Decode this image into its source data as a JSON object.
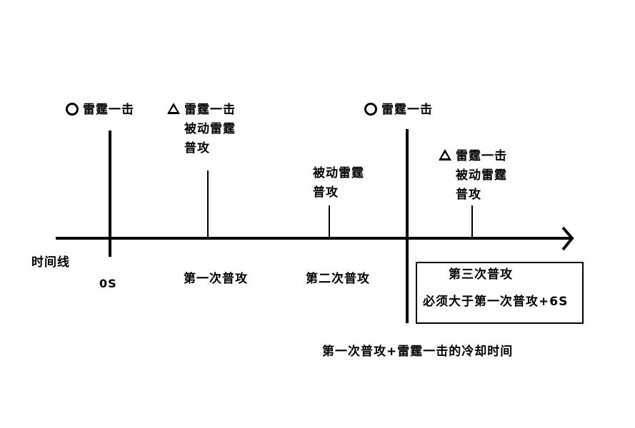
{
  "timeline_label": "时间线",
  "events": [
    {
      "marker": "circle",
      "lines": [
        "雷霆一击"
      ]
    },
    {
      "marker": "triangle",
      "lines": [
        "雷霆一击",
        "被动雷霆",
        "普攻"
      ]
    },
    {
      "marker": "none",
      "lines": [
        "被动雷霆",
        "普攻"
      ]
    },
    {
      "marker": "circle",
      "lines": [
        "雷霆一击"
      ]
    },
    {
      "marker": "triangle",
      "lines": [
        "雷霆一击",
        "被动雷霆",
        "普攻"
      ]
    }
  ],
  "tick_labels": [
    "0S",
    "第一次普攻",
    "第二次普攻"
  ],
  "box": {
    "title": "第三次普攻",
    "note": "必须大于第一次普攻+6S"
  },
  "cooldown_note": "第一次普攻+雷霆一击的冷却时间",
  "colors": {
    "ink": "#000000",
    "background": "#ffffff"
  }
}
